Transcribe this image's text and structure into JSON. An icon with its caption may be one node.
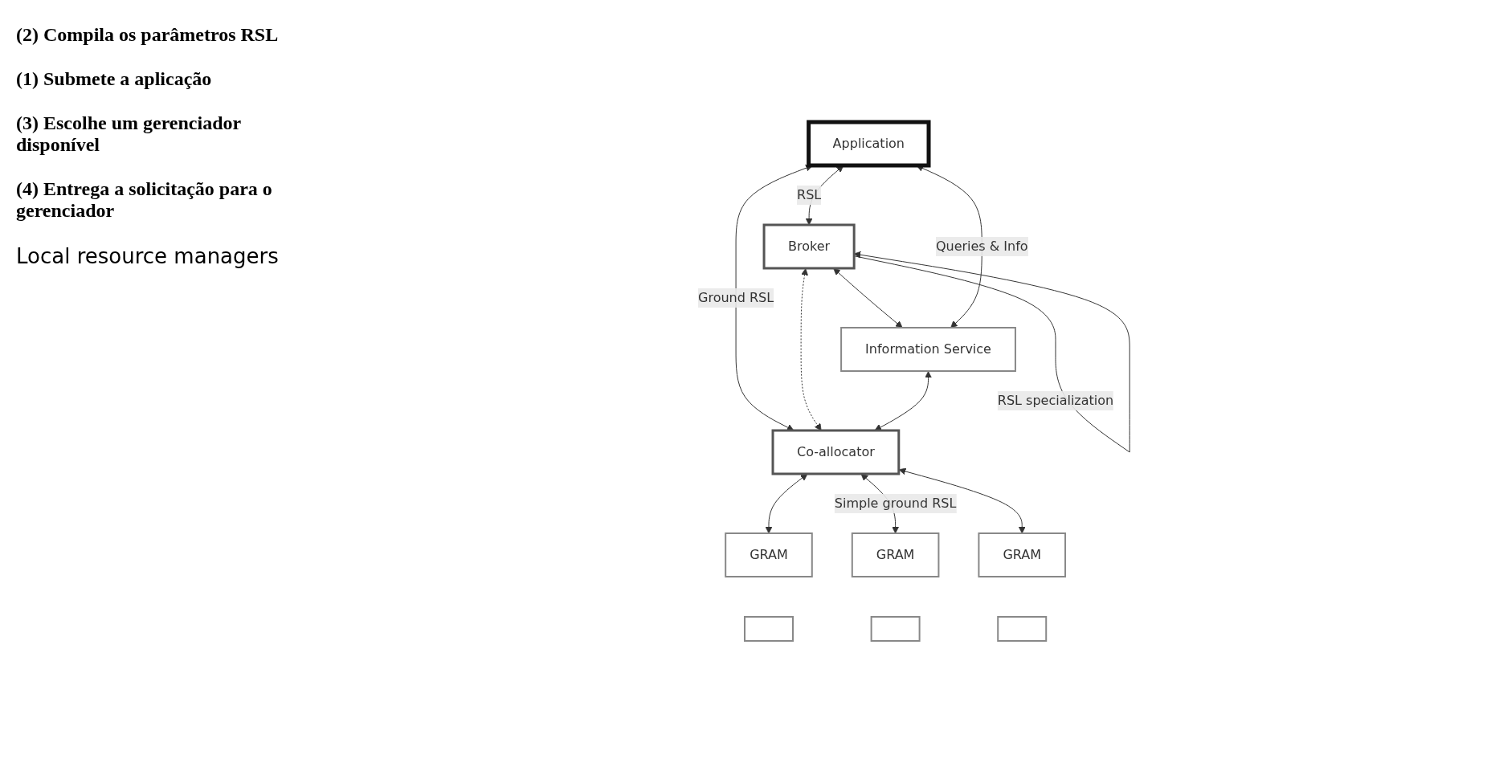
{
  "diagram": {
    "nodes": [
      {
        "text": [
          "Broker"
        ]
      },
      {
        "text": [
          "Application"
        ]
      },
      {
        "text": [
          "Information Service"
        ]
      },
      {
        "text": [
          "Co-allocator"
        ]
      },
      {
        "text": [
          "GRAM"
        ]
      },
      {
        "text": [
          "GRAM"
        ]
      },
      {
        "text": [
          "GRAM"
        ]
      },
      {
        "text": [],
        "shape": "box"
      },
      {
        "text": [],
        "shape": "box"
      },
      {
        "text": [],
        "shape": "box"
      }
    ],
    "edges": [
      {
        "from": 0,
        "to": 0,
        "arrow": "to",
        "label": "RSL specialization"
      },
      {
        "from": 1,
        "to": 0,
        "arrow": "both",
        "label": "RSL"
      },
      {
        "from": 0,
        "to": 2,
        "arrow": "both"
      },
      {
        "from": 1,
        "to": 2,
        "arrow": "both",
        "label": "Queries & Info"
      },
      {
        "from": 1,
        "to": 3,
        "arrow": "both",
        "label": "Ground RSL"
      },
      {
        "from": 0,
        "to": 3,
        "arrow": "both",
        "style": "dashed"
      },
      {
        "from": 2,
        "to": 3,
        "arrow": "both"
      },
      {
        "from": 3,
        "to": 4,
        "arrow": "both"
      },
      {
        "from": 3,
        "to": 5,
        "arrow": "both",
        "label": "Simple ground RSL"
      },
      {
        "from": 3,
        "to": 6,
        "arrow": "both"
      }
    ],
    "labels": [
      "(2) Compila os parâmetros RSL",
      "(1) Submete a aplicação",
      "(3) Escolhe um gerenciador disponível",
      "(4) Entrega a solicitação para o gerenciador",
      "Local resource managers"
    ]
  }
}
